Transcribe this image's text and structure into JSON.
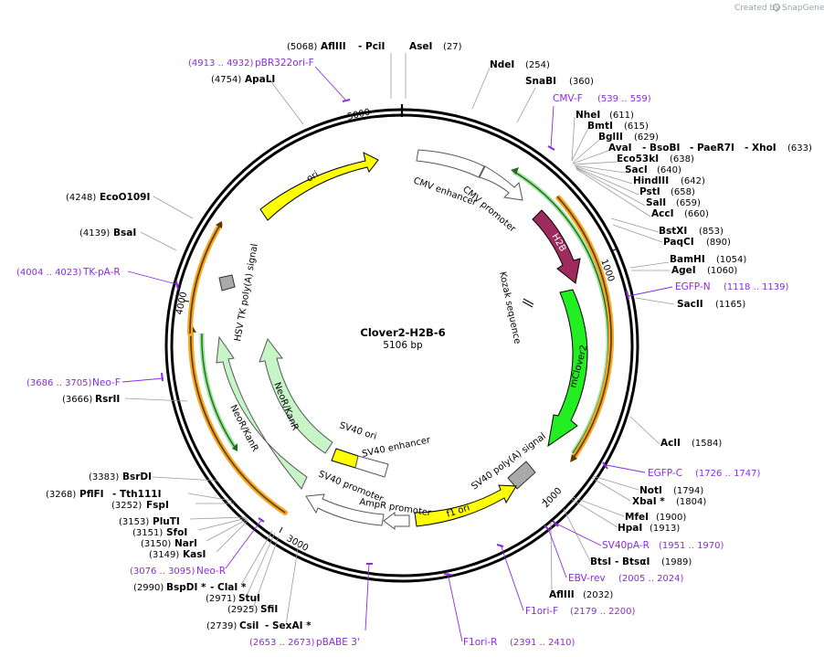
{
  "watermark": {
    "prefix": "Created by",
    "brand": "SnapGene"
  },
  "plasmid": {
    "name": "Clover2-H2B-6",
    "size": "5106 bp"
  },
  "scale": [
    "1000",
    "2000",
    "3000",
    "4000",
    "5000"
  ],
  "sites": {
    "s1": {
      "pos": "(27)",
      "name": "AseI"
    },
    "s2": {
      "pos": "(254)",
      "name": "NdeI"
    },
    "s3": {
      "pos": "(360)",
      "name": "SnaBI"
    },
    "s4": {
      "pos": "(611)",
      "name": "NheI"
    },
    "s5": {
      "pos": "(615)",
      "name": "BmtI"
    },
    "s6": {
      "pos": "(629)",
      "name": "BglII"
    },
    "s7": {
      "pos": "(633)",
      "name": "AvaI",
      "n2": "BsoBI",
      "n3": "PaeR7I",
      "n4": "XhoI"
    },
    "s8": {
      "pos": "(638)",
      "name": "Eco53kI"
    },
    "s9": {
      "pos": "(640)",
      "name": "SacI"
    },
    "s10": {
      "pos": "(642)",
      "name": "HindIII"
    },
    "s11": {
      "pos": "(658)",
      "name": "PstI"
    },
    "s12": {
      "pos": "(659)",
      "name": "SalI"
    },
    "s13": {
      "pos": "(660)",
      "name": "AccI"
    },
    "s14": {
      "pos": "(853)",
      "name": "BstXI"
    },
    "s15": {
      "pos": "(890)",
      "name": "PaqCI"
    },
    "s16": {
      "pos": "(1054)",
      "name": "BamHI"
    },
    "s17": {
      "pos": "(1060)",
      "name": "AgeI"
    },
    "s18": {
      "pos": "(1165)",
      "name": "SacII"
    },
    "s19": {
      "pos": "(1584)",
      "name": "AclI"
    },
    "s20": {
      "pos": "(1794)",
      "name": "NotI"
    },
    "s21": {
      "pos": "(1804)",
      "name": "XbaI *"
    },
    "s22": {
      "pos": "(1900)",
      "name": "MfeI"
    },
    "s23": {
      "pos": "(1913)",
      "name": "HpaI"
    },
    "s24": {
      "pos": "(1989)",
      "name": "BtsI",
      "n2": "BtsαI"
    },
    "s25": {
      "pos": "(2032)",
      "name": "AflIII"
    },
    "s26": {
      "pos": "(2739)",
      "name": "CsiI",
      "n2": "SexAI *"
    },
    "s27": {
      "pos": "(2925)",
      "name": "SfiI"
    },
    "s28": {
      "pos": "(2971)",
      "name": "StuI"
    },
    "s29": {
      "pos": "(2990)",
      "name": "BspDI *",
      "n2": "ClaI *"
    },
    "s30": {
      "pos": "(3149)",
      "name": "KasI"
    },
    "s31": {
      "pos": "(3150)",
      "name": "NarI"
    },
    "s32": {
      "pos": "(3151)",
      "name": "SfoI"
    },
    "s33": {
      "pos": "(3153)",
      "name": "PluTI"
    },
    "s34": {
      "pos": "(3252)",
      "name": "FspI"
    },
    "s35": {
      "pos": "(3268)",
      "name": "PflFI",
      "n2": "Tth111I"
    },
    "s36": {
      "pos": "(3383)",
      "name": "BsrDI"
    },
    "s37": {
      "pos": "(3666)",
      "name": "RsrII"
    },
    "s38": {
      "pos": "(4139)",
      "name": "BsaI"
    },
    "s39": {
      "pos": "(4248)",
      "name": "EcoO109I"
    },
    "s40": {
      "pos": "(4754)",
      "name": "ApaLI"
    },
    "s41": {
      "pos": "(5068)",
      "name": "AflIII",
      "n2": "PciI"
    }
  },
  "primers": {
    "p1": {
      "name": "CMV-F",
      "range": "(539 .. 559)"
    },
    "p2": {
      "name": "EGFP-N",
      "range": "(1118 .. 1139)"
    },
    "p3": {
      "name": "EGFP-C",
      "range": "(1726 .. 1747)"
    },
    "p4": {
      "name": "SV40pA-R",
      "range": "(1951 .. 1970)"
    },
    "p5": {
      "name": "EBV-rev",
      "range": "(2005 .. 2024)"
    },
    "p6": {
      "name": "F1ori-F",
      "range": "(2179 .. 2200)"
    },
    "p7": {
      "name": "F1ori-R",
      "range": "(2391 .. 2410)"
    },
    "p8": {
      "name": "pBABE 3'",
      "range": "(2653 .. 2673)"
    },
    "p9": {
      "name": "Neo-R",
      "range": "(3076 .. 3095)"
    },
    "p10": {
      "name": "Neo-F",
      "range": "(3686 .. 3705)"
    },
    "p11": {
      "name": "TK-pA-R",
      "range": "(4004 .. 4023)"
    },
    "p12": {
      "name": "pBR322ori-F",
      "range": "(4913 .. 4932)"
    }
  },
  "features": {
    "ori": "ori",
    "cmv_enhancer": "CMV enhancer",
    "cmv_promoter": "CMV promoter",
    "h2b": "H2B",
    "kozak": "Kozak sequence",
    "mclover2": "mClover2",
    "sv40_polya": "SV40 poly(A) signal",
    "f1_ori": "f1 ori",
    "ampr_promoter": "AmpR promoter",
    "sv40_promoter": "SV40 promoter",
    "sv40_enhancer": "SV40 enhancer",
    "sv40_ori": "SV40 ori",
    "neor_inner": "NeoR/KanR",
    "neor_outer": "NeoR/KanR",
    "hsv_tk": "HSV TK poly(A) signal"
  },
  "colors": {
    "yellow": "#ffff00",
    "h2b": "#9e2a5e",
    "mclover2": "#22ee22",
    "pale_green": "#c8f5c8",
    "orf_orange": "#f5a623",
    "orf_green": "#2e9e2e",
    "primer": "#8a2be2"
  }
}
